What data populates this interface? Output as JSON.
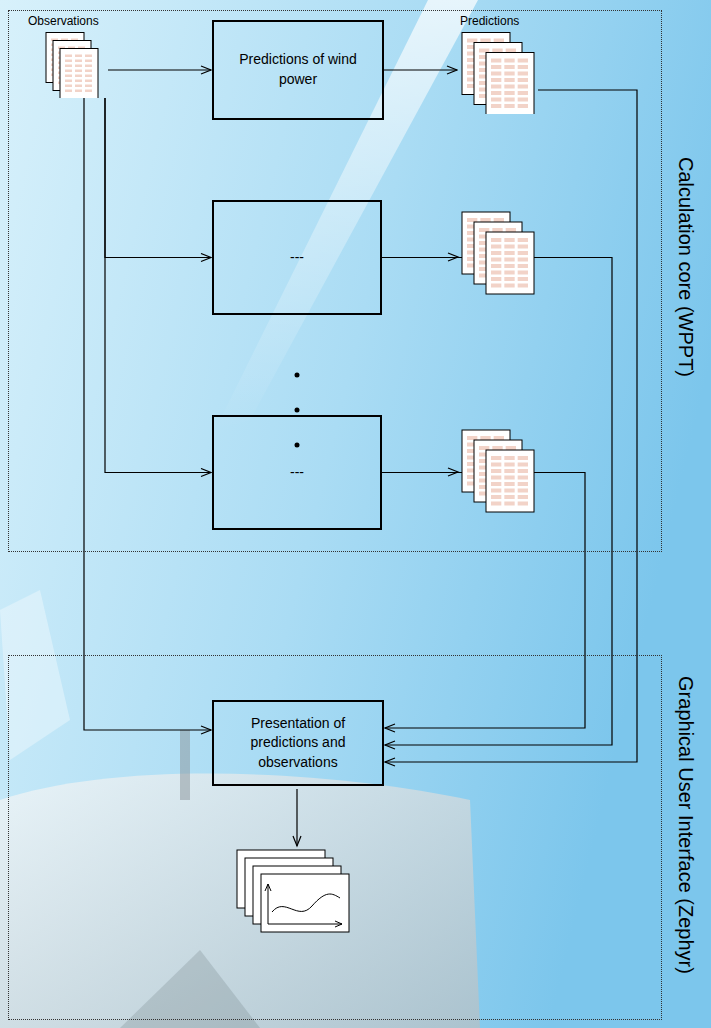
{
  "diagram": {
    "nodes": [
      {
        "text": [
          "Calculation core (WPPT)"
        ]
      },
      {
        "text": [
          "Observations"
        ],
        "in": 0
      },
      {
        "text": [
          "Predictions of wind power"
        ],
        "in": 0
      },
      {
        "text": [
          "Predictions"
        ],
        "in": 0
      },
      {
        "text": [
          "---"
        ],
        "in": 0
      },
      {
        "text": [
          "---"
        ],
        "in": 0
      },
      {
        "text": [
          "Graphical User Interface (Zephyr)"
        ]
      },
      {
        "text": [
          "Presentation of predictions and observations"
        ],
        "in": 6
      }
    ],
    "edges": [
      {
        "from": 1,
        "to": 2,
        "arrow": "to"
      },
      {
        "from": 2,
        "to": 3,
        "arrow": "to"
      },
      {
        "from": 3,
        "to": 7,
        "arrow": "to"
      },
      {
        "from": 1,
        "to": 4,
        "arrow": "to"
      },
      {
        "from": 1,
        "to": 5,
        "arrow": "to"
      },
      {
        "from": 1,
        "to": 7,
        "arrow": "to"
      },
      {
        "from": 4,
        "to": 7,
        "arrow": "to"
      },
      {
        "from": 5,
        "to": 7,
        "arrow": "to"
      }
    ]
  }
}
